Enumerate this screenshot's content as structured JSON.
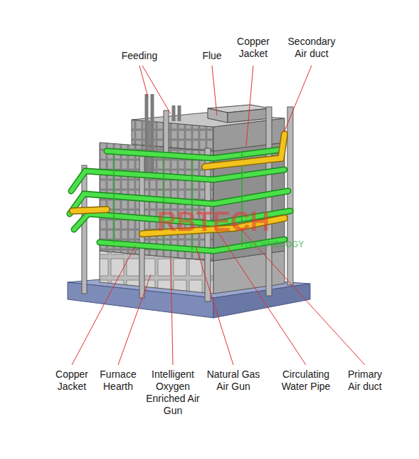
{
  "diagram": {
    "labels": [
      "Feeding",
      "Flue",
      "Copper Jacket",
      "Secondary Air duct",
      "Copper Jacket",
      "Furnace Hearth",
      "Intelligent Oxygen Enriched Air Gun",
      "Natural Gas Air Gun",
      "Circulating Water Pipe",
      "Primary Air duct",
      "RBTECH",
      "TECHNOLOGY"
    ]
  }
}
